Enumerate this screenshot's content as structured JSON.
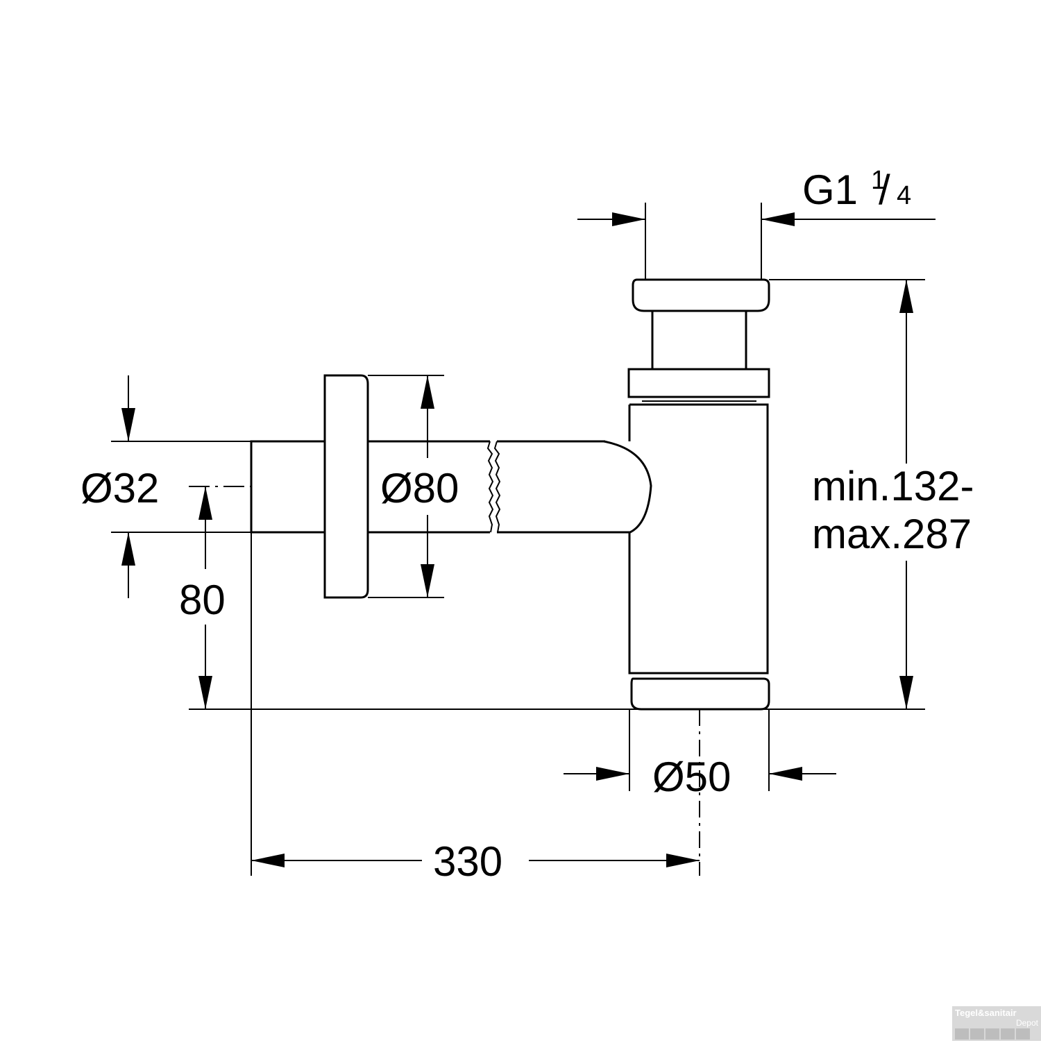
{
  "dimensions": {
    "thread": {
      "base": "G1",
      "frac_num": "1",
      "frac_den": "4"
    },
    "range_line1": "min.132-",
    "range_line2": "max.287",
    "outlet_diameter": "Ø32",
    "flange_diameter": "Ø80",
    "axis_height": "80",
    "body_diameter": "Ø50",
    "projection": "330"
  },
  "watermark": {
    "brand": "Tegel&sanitair",
    "sub": "Depot"
  },
  "colors": {
    "line": "#000000",
    "background": "#ffffff",
    "watermark_bg": "#d9d9d9"
  }
}
